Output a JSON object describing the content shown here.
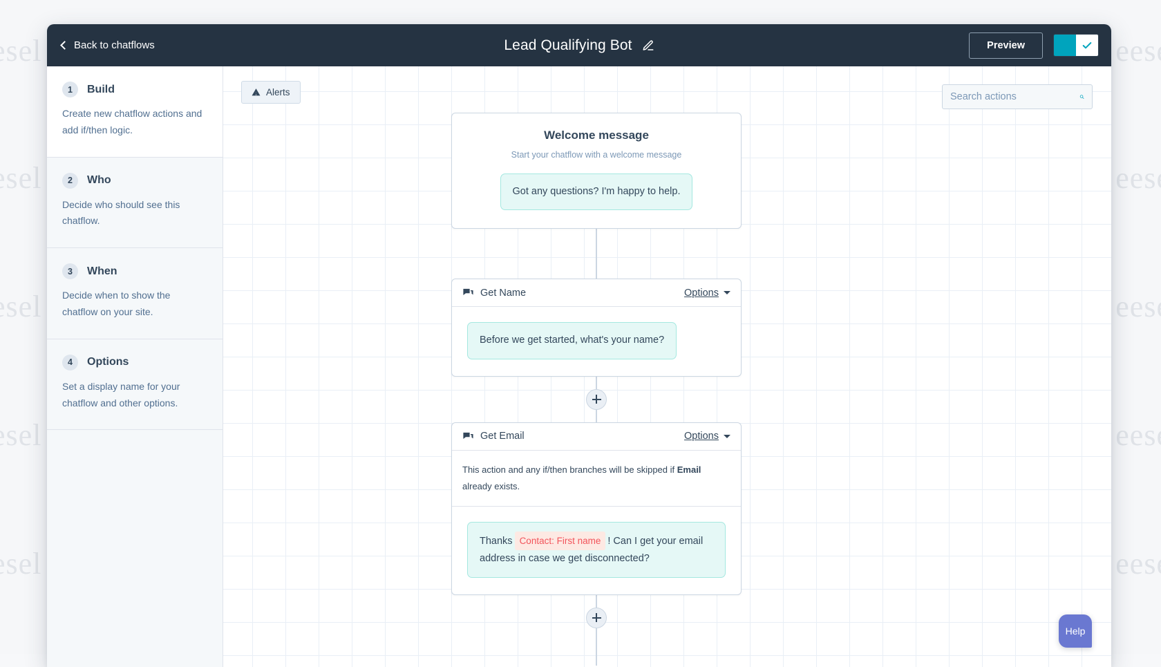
{
  "watermark": {
    "text": "esel",
    "right_text": "eese"
  },
  "topbar": {
    "back_label": "Back to chatflows",
    "title": "Lead Qualifying Bot",
    "edit_icon": "pencil-icon",
    "preview_label": "Preview",
    "toggle_state": "on",
    "toggle_check_icon": "check-icon",
    "accent_color": "#00a4bd",
    "bar_color": "#253342"
  },
  "sidebar": {
    "steps": [
      {
        "number": "1",
        "title": "Build",
        "description": "Create new chatflow actions and add if/then logic.",
        "active": true
      },
      {
        "number": "2",
        "title": "Who",
        "description": "Decide who should see this chatflow.",
        "active": false
      },
      {
        "number": "3",
        "title": "When",
        "description": "Decide when to show the chatflow on your site.",
        "active": false
      },
      {
        "number": "4",
        "title": "Options",
        "description": "Set a display name for your chatflow and other options.",
        "active": false
      }
    ]
  },
  "canvas": {
    "alerts_label": "Alerts",
    "alerts_icon": "warning-triangle-icon",
    "search": {
      "placeholder": "Search actions",
      "value": "",
      "icon": "search-icon"
    },
    "help_label": "Help",
    "add_icon": "plus-icon"
  },
  "flow": {
    "welcome": {
      "title": "Welcome message",
      "subtitle": "Start your chatflow with a welcome message",
      "bubble": "Got any questions? I'm happy to help."
    },
    "get_name": {
      "icon": "chat-bubbles-icon",
      "header": "Get Name",
      "options_label": "Options",
      "options_caret": "chevron-down-icon",
      "bubble": "Before we get started, what's your name?"
    },
    "get_email": {
      "icon": "chat-bubbles-icon",
      "header": "Get Email",
      "options_label": "Options",
      "options_caret": "chevron-down-icon",
      "note_before": "This action and any if/then branches will be skipped if ",
      "note_bold": "Email",
      "note_after": " already exists.",
      "bubble_before": "Thanks",
      "bubble_token": "Contact: First name",
      "bubble_after": "! Can I get your email address in case we get disconnected?"
    }
  }
}
